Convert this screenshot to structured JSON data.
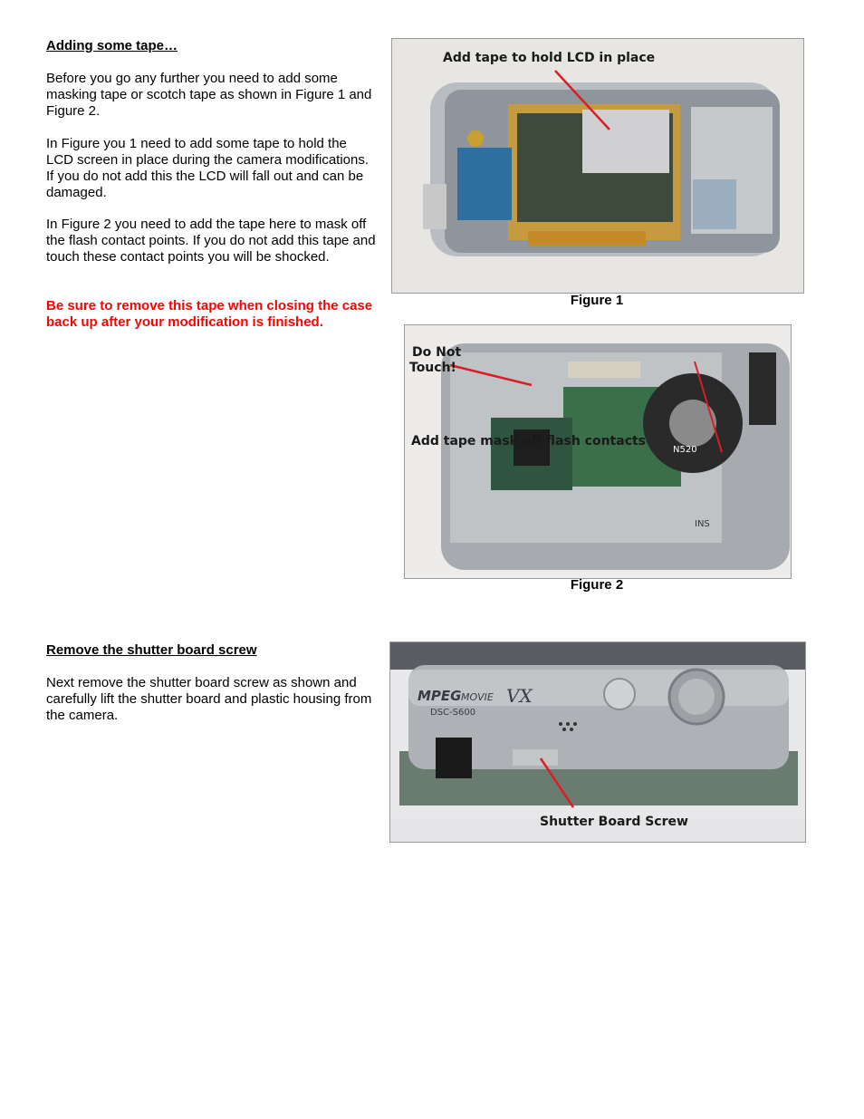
{
  "section1": {
    "heading": "Adding some tape…",
    "para1": "Before you go any further you need to add some masking tape or scotch tape as shown in Figure 1 and Figure 2.",
    "para2": "In Figure you 1 need to add some tape to hold the LCD screen in place during the camera modifications. If you do not add this the LCD will fall out and can be damaged.",
    "para3": "In Figure 2 you need to add the tape here to mask off the flash contact points. If you do not add this tape and touch these contact points you will be shocked.",
    "warning": "Be sure to remove this tape when closing the case back up after your modification is finished."
  },
  "figure1": {
    "annotation": "Add tape to hold LCD in place",
    "caption": "Figure 1"
  },
  "figure2": {
    "annotation_top_line1": "Do Not",
    "annotation_top_line2": "Touch!",
    "annotation_mid": "Add tape mask off flash contacts",
    "chip_text": "N520",
    "label_text": "INS",
    "caption": "Figure 2"
  },
  "section2": {
    "heading": "Remove the shutter board screw",
    "para1": "Next remove the shutter board screw as shown and carefully lift the shutter board and plastic housing from the camera."
  },
  "figure3": {
    "brand_main": "MPEG",
    "brand_movie": "MOVIE",
    "brand_vx": "VX",
    "model": "DSC-S600",
    "annotation": "Shutter Board Screw"
  },
  "colors": {
    "warning": "#ff0000",
    "arrow": "#d81e28"
  }
}
